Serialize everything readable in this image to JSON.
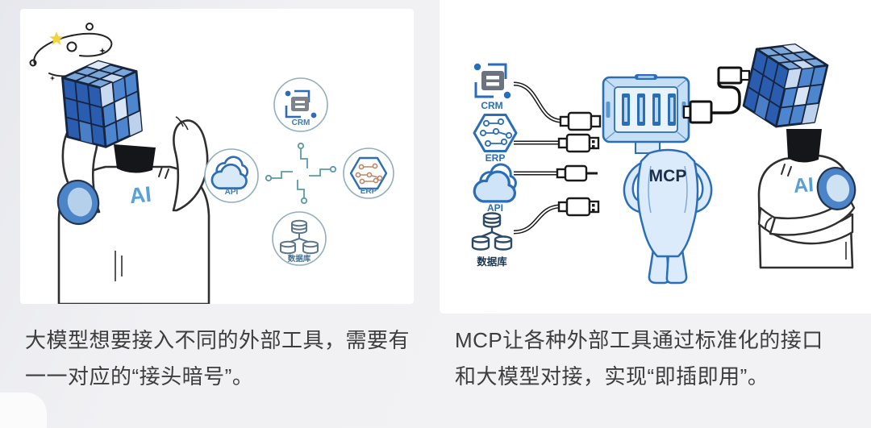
{
  "left_panel": {
    "caption_lines": [
      "大模型想要接入不同的外部工具，需要有",
      "一一对应的“接头暗号”。"
    ],
    "ai_label": "AI",
    "tools": [
      {
        "label": "CRM",
        "icon": "crm-frame-icon"
      },
      {
        "label": "API",
        "icon": "api-cloud-icon"
      },
      {
        "label": "ERP",
        "icon": "erp-hexagon-circuit-icon"
      },
      {
        "label": "数据库",
        "icon": "database-icon"
      }
    ]
  },
  "right_panel": {
    "caption_lines": [
      "MCP让各种外部工具通过标准化的接口",
      "和大模型对接，实现“即插即用”。"
    ],
    "hub_label": "MCP",
    "ai_label": "AI",
    "tools": [
      {
        "label": "CRM",
        "icon": "crm-frame-icon"
      },
      {
        "label": "ERP",
        "icon": "erp-hexagon-circuit-icon"
      },
      {
        "label": "API",
        "icon": "api-cloud-icon"
      },
      {
        "label": "数据库",
        "icon": "database-icon"
      }
    ]
  },
  "colors": {
    "accent_blue": "#2a6db8",
    "cube_dark_blue": "#2a5cb0",
    "cube_mid_blue": "#4d86cf",
    "cube_light_blue": "#c3d6ee",
    "teal_outline": "#5b99aa",
    "cable_black": "#1a1a1a",
    "caption_gray": "#3d3d3d",
    "star_yellow": "#f6d33c",
    "panel_white": "#ffffff",
    "background_gray": "#f1f1f4"
  }
}
